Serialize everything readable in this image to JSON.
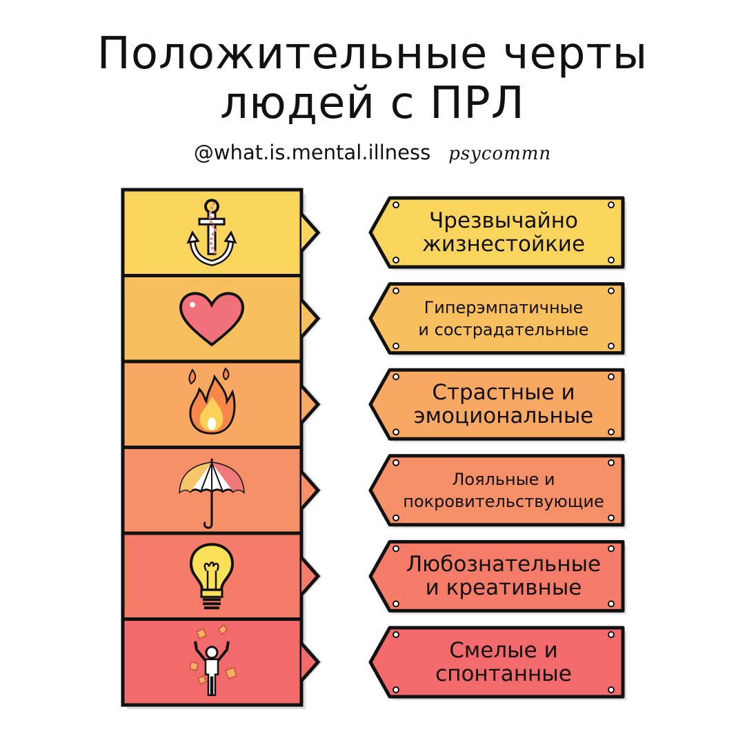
{
  "title": {
    "line1": "Положительные черты",
    "line2": "людей с ПРЛ"
  },
  "subtitle": {
    "handle": "@what.is.mental.illness",
    "signature": "psycommn"
  },
  "traits": [
    {
      "icon": "anchor-icon",
      "line1": "Чрезвычайно",
      "line2": "жизнестойкие",
      "color": "#F9D55E"
    },
    {
      "icon": "heart-icon",
      "line1": "Гиперэмпатичные",
      "line2": "и сострадательные",
      "color": "#F8BF5F"
    },
    {
      "icon": "fire-icon",
      "line1": "Страстные и",
      "line2": "эмоциональные",
      "color": "#F7A862"
    },
    {
      "icon": "umbrella-icon",
      "line1": "Лояльные и",
      "line2": "покровительствующие",
      "color": "#F69068"
    },
    {
      "icon": "lightbulb-icon",
      "line1": "Любознательные",
      "line2": "и креативные",
      "color": "#F47C68"
    },
    {
      "icon": "juggling-person-icon",
      "line1": "Смелые и",
      "line2": "спонтанные",
      "color": "#F26A6B"
    }
  ]
}
